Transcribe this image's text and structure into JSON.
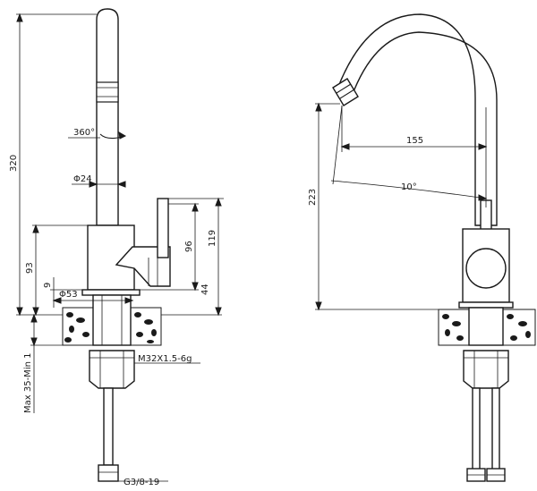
{
  "labels": {
    "rotation": "360°",
    "height_total": "320",
    "pipe_diameter": "Φ24",
    "base_diameter": "Φ53",
    "base_height": "93",
    "handle_offset": "9",
    "handle_height": "96",
    "handle_total": "119",
    "handle_base": "44",
    "deck_thickness": "Max 35-Min 1",
    "thread": "M32X1.5-6g",
    "hose_thread": "G3/8-19",
    "reach": "155",
    "spout_height": "223",
    "spout_angle": "10°"
  }
}
